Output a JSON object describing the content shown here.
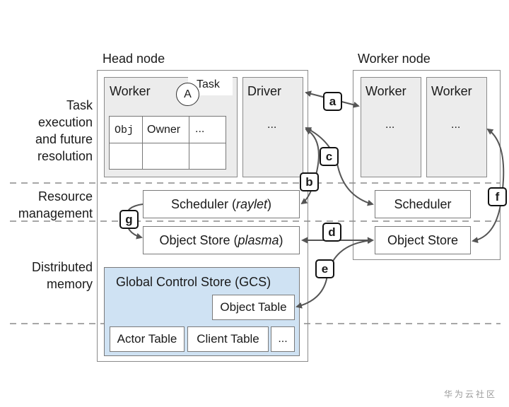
{
  "row_labels": {
    "task_execution": [
      "Task",
      "execution",
      "and future",
      "resolution"
    ],
    "resource_management": [
      "Resource",
      "management"
    ],
    "distributed_memory": [
      "Distributed",
      "memory"
    ]
  },
  "head_node": {
    "title": "Head node",
    "worker_label": "Worker",
    "task_label": "Task",
    "actor_circle": "A",
    "ownership_table": {
      "headers": [
        "Obj",
        "Owner",
        "..."
      ]
    },
    "driver_label": "Driver",
    "driver_ellipsis": "...",
    "scheduler": {
      "name": "Scheduler (",
      "impl": "raylet",
      "close": ")"
    },
    "object_store": {
      "name": "Object Store (",
      "impl": "plasma",
      "close": ")"
    },
    "gcs": {
      "title": "Global Control Store (GCS)",
      "object_table": "Object Table",
      "actor_table": "Actor Table",
      "client_table": "Client Table",
      "more": "..."
    }
  },
  "worker_node": {
    "title": "Worker node",
    "worker1_label": "Worker",
    "worker1_ellipsis": "...",
    "worker2_label": "Worker",
    "worker2_ellipsis": "...",
    "scheduler_label": "Scheduler",
    "object_store_label": "Object Store"
  },
  "arrow_labels": {
    "a": "a",
    "b": "b",
    "c": "c",
    "d": "d",
    "e": "e",
    "f": "f",
    "g": "g"
  },
  "watermark": "华为云社区",
  "colors": {
    "gcs_fill": "#cfe2f3",
    "worker_fill": "#ececec",
    "arrow": "#555555"
  }
}
